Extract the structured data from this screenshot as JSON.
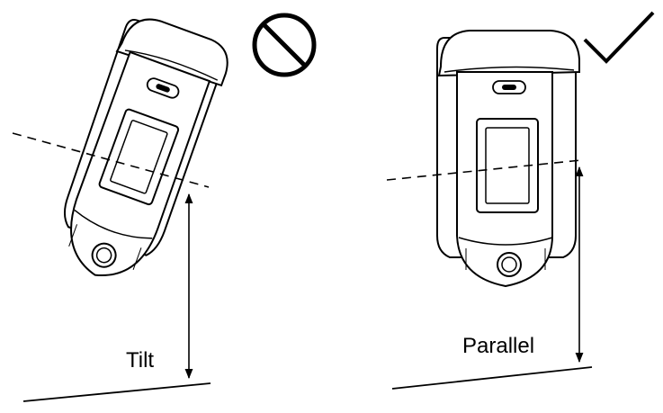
{
  "figure": {
    "panels": [
      {
        "id": "tilt",
        "label": "Tilt",
        "verdict": "incorrect",
        "mark_icon": "prohibited-icon"
      },
      {
        "id": "parallel",
        "label": "Parallel",
        "verdict": "correct",
        "mark_icon": "checkmark-icon"
      }
    ],
    "colors": {
      "ink": "#000000",
      "body_fill": "#ffffff",
      "background": "#ffffff"
    }
  }
}
